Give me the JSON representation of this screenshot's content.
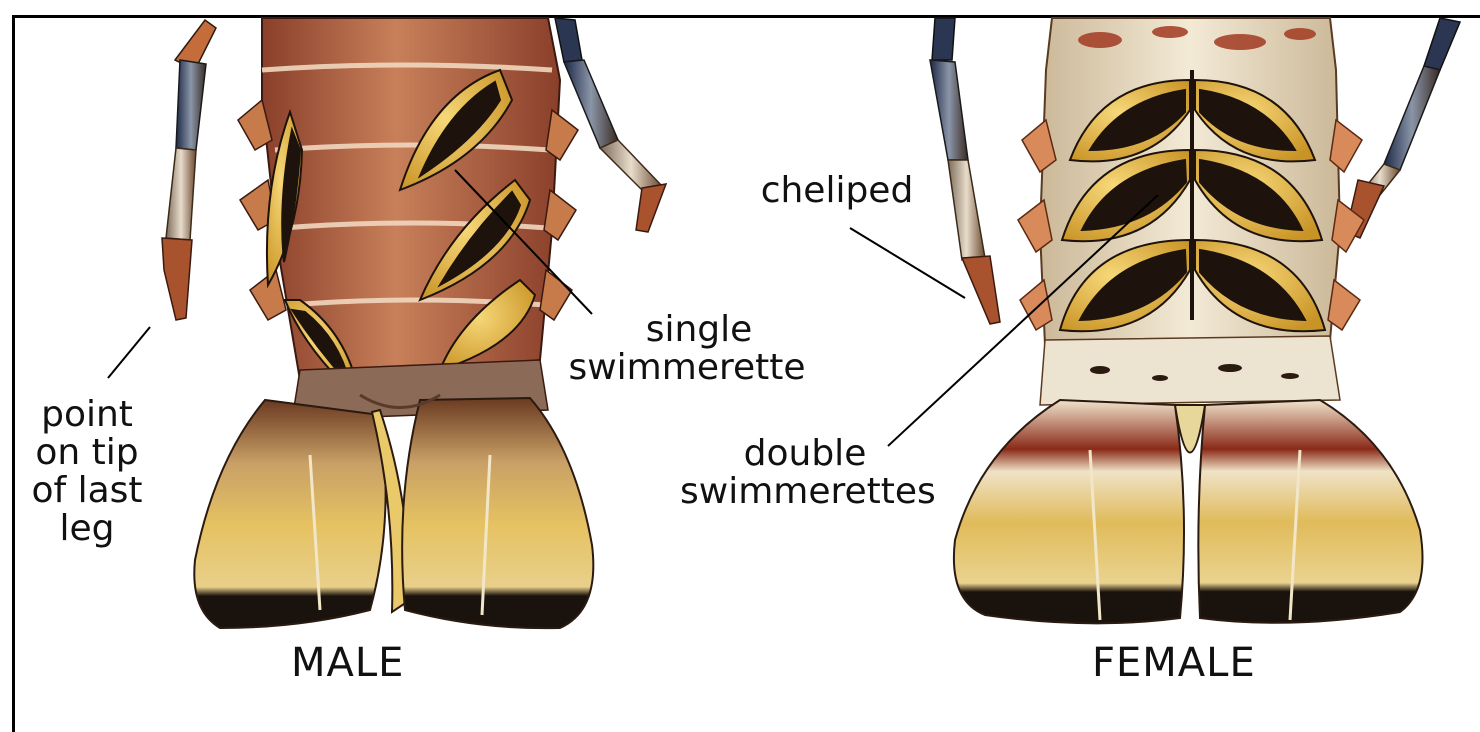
{
  "labels": {
    "point_leg": [
      "point",
      "on tip",
      "of last",
      "leg"
    ],
    "single": [
      "single",
      "swimmerette"
    ],
    "cheliped": "cheliped",
    "double": [
      "double",
      "swimmerettes"
    ]
  },
  "titles": {
    "male": "MALE",
    "female": "FEMALE"
  },
  "colors": {
    "shell_male": "#b4634a",
    "shell_female": "#e8dcc0",
    "swimmerette_yellow": "#e9b73c",
    "swimmerette_dark": "#1e130c",
    "tail_yellow": "#d9b352",
    "tail_dark": "#1a120c",
    "leg": "#3a4a6a"
  }
}
